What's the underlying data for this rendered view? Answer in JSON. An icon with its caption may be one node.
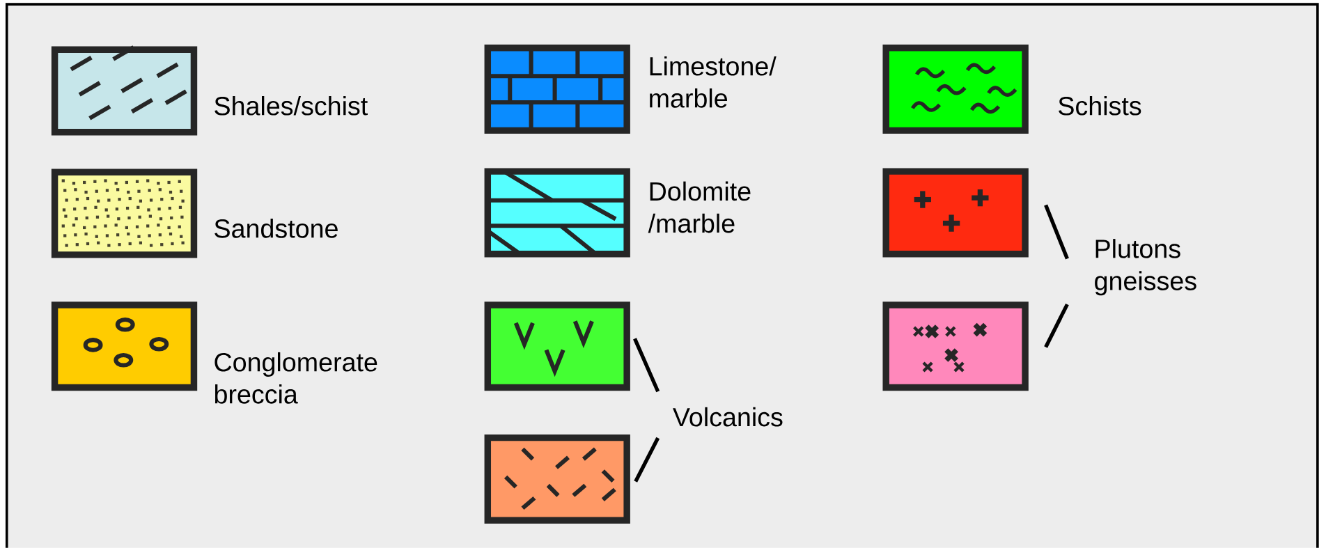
{
  "diagram": {
    "nodes": [
      {
        "text": [],
        "shape": "box",
        "beside": [
          "Shales/schist"
        ]
      },
      {
        "text": [],
        "shape": "box",
        "beside": [
          "Sandstone"
        ]
      },
      {
        "text": [],
        "shape": "box",
        "beside": [
          "Conglomerate breccia"
        ]
      },
      {
        "text": [],
        "shape": "box",
        "beside": [
          "Limestone/ marble"
        ]
      },
      {
        "text": [],
        "shape": "box",
        "beside": [
          "Dolomite /marble"
        ]
      },
      {
        "text": [],
        "shape": "box"
      },
      {
        "text": [],
        "shape": "box"
      },
      {
        "text": [
          "Volcanics"
        ]
      },
      {
        "text": [],
        "shape": "box",
        "beside": [
          "Schists"
        ]
      },
      {
        "text": [],
        "shape": "box"
      },
      {
        "text": [],
        "shape": "box"
      },
      {
        "text": [
          "Plutons gneisses"
        ]
      }
    ],
    "edges": [
      {
        "from": 7,
        "to": 5,
        "arrow": "none"
      },
      {
        "from": 7,
        "to": 6,
        "arrow": "none"
      },
      {
        "from": 11,
        "to": 9,
        "arrow": "none"
      },
      {
        "from": 11,
        "to": 10,
        "arrow": "none"
      }
    ]
  }
}
